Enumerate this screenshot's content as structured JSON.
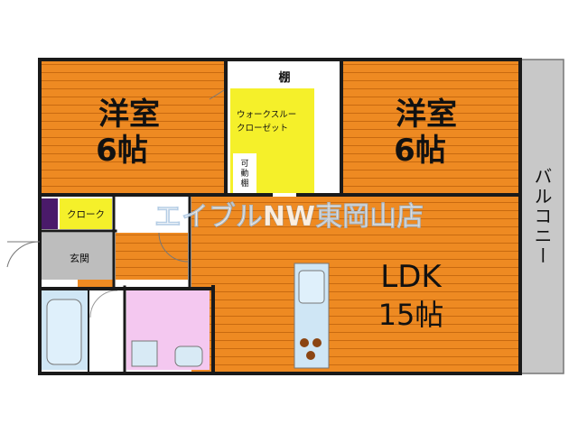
{
  "rooms": {
    "western_left": {
      "name": "洋室",
      "size": "6帖"
    },
    "western_right": {
      "name": "洋室",
      "size": "6帖"
    },
    "shelf": "棚",
    "walk_in_closet": {
      "line1": "ウォークスルー",
      "line2": "クローゼット"
    },
    "movable_shelf": {
      "line1": "可",
      "line2": "動",
      "line3": "棚"
    },
    "cloak": "クローク",
    "entrance": "玄関",
    "ldk": {
      "name": "LDK",
      "size": "15帖"
    },
    "balcony": "バルコニー"
  },
  "watermark": "エイブルNW東岡山店",
  "colors": {
    "room_orange": "#ee8a22",
    "floor_stripe": "#c86a10",
    "closet_yellow": "#f5f02a",
    "bath_blue": "#cfe6f5",
    "toilet_pink": "#f4c8f0",
    "entrance_gray": "#bdbdbd",
    "balcony_gray": "#c8c8c8",
    "wall": "#1a1a1a",
    "cloak_purple": "#4a1a6a"
  }
}
